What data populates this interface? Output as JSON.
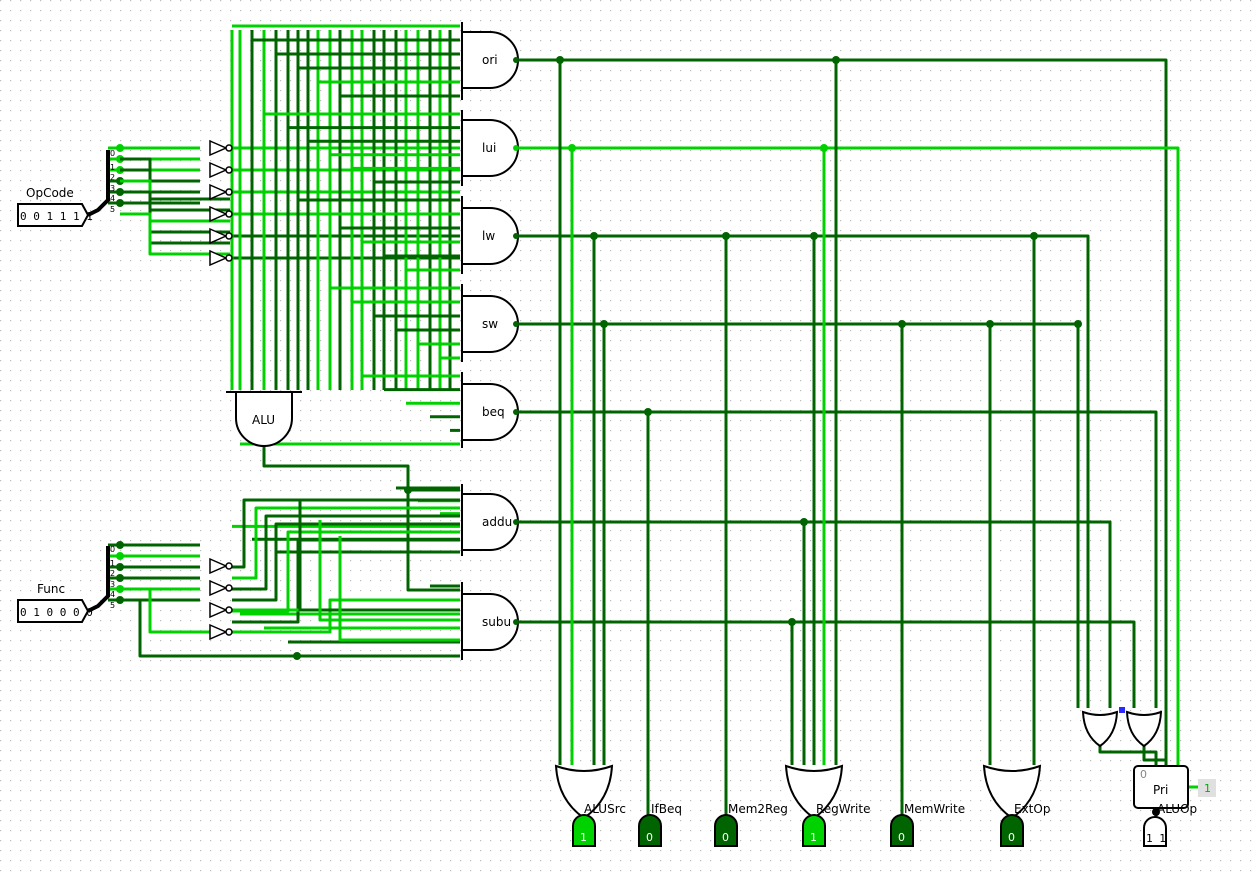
{
  "colors": {
    "wire_dark": "#006400",
    "wire_light": "#00d200",
    "pin_high": "#00d200",
    "pin_low": "#006400",
    "grid": "#c8c8c8"
  },
  "inputs": {
    "opcode": {
      "label": "OpCode",
      "value": "0 0 1 1 1 1"
    },
    "func": {
      "label": "Func",
      "value": "0 1 0 0 0 0"
    }
  },
  "splitter_bits": [
    "0",
    "1",
    "2",
    "3",
    "4",
    "5"
  ],
  "and_gates": [
    "ori",
    "lui",
    "lw",
    "sw",
    "beq",
    "addu",
    "subu"
  ],
  "alu_gate": "ALU",
  "priority_encoder": {
    "label": "Pri",
    "in_marker": "0",
    "out_value": "1",
    "sel_value": "1 1"
  },
  "outputs": [
    {
      "label": "ALUSrc",
      "value": "1"
    },
    {
      "label": "IfBeq",
      "value": "0"
    },
    {
      "label": "Mem2Reg",
      "value": "0"
    },
    {
      "label": "RegWrite",
      "value": "1"
    },
    {
      "label": "MemWrite",
      "value": "0"
    },
    {
      "label": "ExtOp",
      "value": "0"
    },
    {
      "label": "ALUOp",
      "value": ""
    }
  ]
}
